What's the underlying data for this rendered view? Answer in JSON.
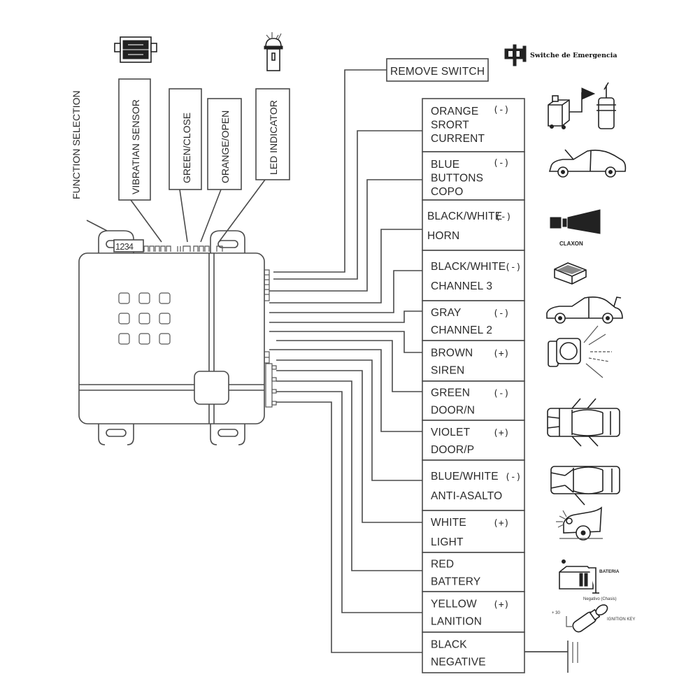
{
  "diagram": {
    "title": "Car alarm control unit wiring diagram",
    "function_selection_label": "FUNCTION SELECTION",
    "dip_switch_numbers": "1234",
    "top_connectors": [
      {
        "id": "vibration",
        "label": "VIBRATIAN SENSOR",
        "icon": "sensor-module-icon"
      },
      {
        "id": "green-close",
        "label": "GREEN/CLOSE",
        "icon": ""
      },
      {
        "id": "orange-open",
        "label": "ORANGE/OPEN",
        "icon": ""
      },
      {
        "id": "led",
        "label": "LED INDICATOR",
        "icon": "led-bulb-icon"
      }
    ],
    "remove_switch": {
      "label": "REMOVE SWITCH",
      "icon_caption": "Switche de Emergencia"
    },
    "wires": [
      {
        "color": "ORANGE",
        "polarity": "(-)",
        "function_lines": [
          "SRORT",
          "CURRENT"
        ],
        "icon": "relay-coil-icon",
        "icon_caption": ""
      },
      {
        "color": "BLUE",
        "polarity": "(-)",
        "function_lines": [
          "BUTTONS",
          "COPO"
        ],
        "icon": "car-hood-open-icon",
        "icon_caption": ""
      },
      {
        "color": "BLACK/WHITE",
        "polarity": "(-)",
        "function_lines": [
          "HORN"
        ],
        "icon": "horn-icon",
        "icon_caption": "CLAXON"
      },
      {
        "color": "BLACK/WHITE",
        "polarity": "(-)",
        "function_lines": [
          "CHANNEL 3"
        ],
        "icon": "remote-box-icon",
        "icon_caption": ""
      },
      {
        "color": "GRAY",
        "polarity": "(-)",
        "function_lines": [
          "CHANNEL 2"
        ],
        "icon": "car-trunk-open-icon",
        "icon_caption": ""
      },
      {
        "color": "BROWN",
        "polarity": "(+)",
        "function_lines": [
          "SIREN"
        ],
        "icon": "siren-icon",
        "icon_caption": ""
      },
      {
        "color": "GREEN",
        "polarity": "(-)",
        "function_lines": [
          "DOOR/N"
        ],
        "icon": "car-doors-open-icon",
        "icon_caption": ""
      },
      {
        "color": "VIOLET",
        "polarity": "(+)",
        "function_lines": [
          "DOOR/P"
        ],
        "icon": "",
        "icon_caption": ""
      },
      {
        "color": "BLUE/WHITE",
        "polarity": "(-)",
        "function_lines": [
          "ANTI-ASALTO"
        ],
        "icon": "car-top-door-open-icon",
        "icon_caption": ""
      },
      {
        "color": "WHITE",
        "polarity": "(+)",
        "function_lines": [
          "LIGHT"
        ],
        "icon": "car-headlight-icon",
        "icon_caption": ""
      },
      {
        "color": "RED",
        "polarity": "",
        "function_lines": [
          "BATTERY"
        ],
        "icon": "battery-icon",
        "icon_caption": "BATERIA",
        "icon_subcaption": "Negativo (Chasis)"
      },
      {
        "color": "YELLOW",
        "polarity": "(+)",
        "function_lines": [
          "LANITION"
        ],
        "icon": "ignition-key-icon",
        "icon_caption": "IGNITION KEY",
        "icon_subcaption": "+ 30"
      },
      {
        "color": "BLACK",
        "polarity": "",
        "function_lines": [
          "NEGATIVE"
        ],
        "icon": "ground-icon",
        "icon_caption": ""
      }
    ]
  }
}
